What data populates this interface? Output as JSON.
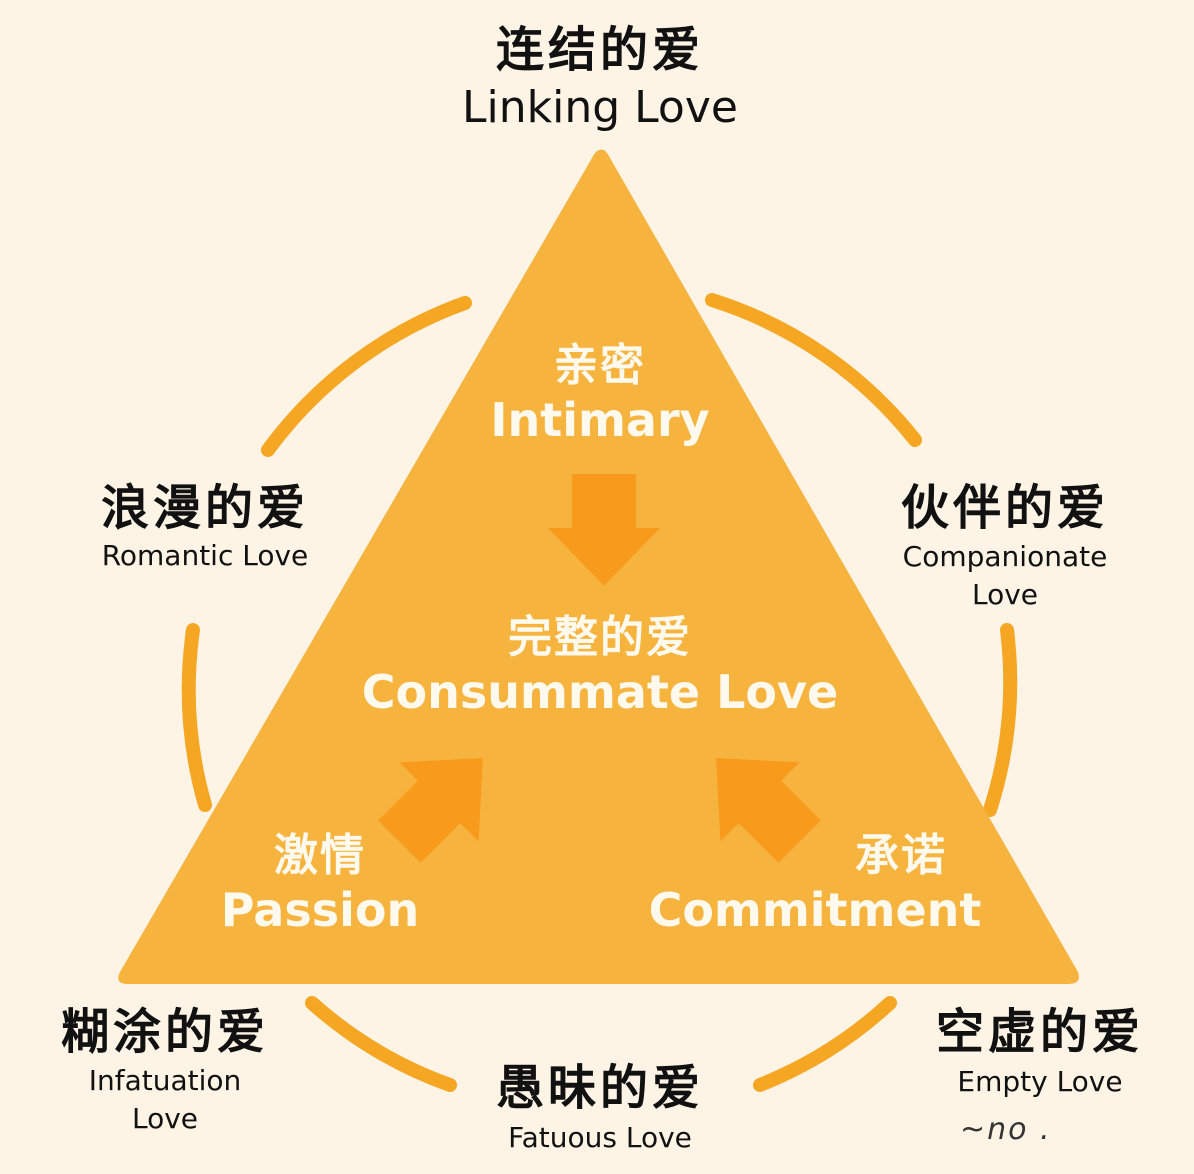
{
  "outer": {
    "linking": {
      "cn": "连结的爱",
      "en": "Linking Love"
    },
    "romantic": {
      "cn": "浪漫的爱",
      "en": "Romantic Love"
    },
    "companionate": {
      "cn": "伙伴的爱",
      "en1": "Companionate",
      "en2": "Love"
    },
    "infatuation": {
      "cn": "糊涂的爱",
      "en1": "Infatuation",
      "en2": "Love"
    },
    "fatuous": {
      "cn": "愚昧的爱",
      "en": "Fatuous Love"
    },
    "empty": {
      "cn": "空虚的爱",
      "en": "Empty Love"
    }
  },
  "inner": {
    "intimacy": {
      "cn": "亲密",
      "en": "Intimary"
    },
    "consummate": {
      "cn": "完整的爱",
      "en": "Consummate Love"
    },
    "passion": {
      "cn": "激情",
      "en": "Passion"
    },
    "commitment": {
      "cn": "承诺",
      "en": "Commitment"
    }
  },
  "signature": "~no .",
  "colors": {
    "background": "#fdf4e6",
    "triangle": "#f6b33d",
    "arrow": "#f89a1c",
    "ring": "#f5a623",
    "inner_text": "#fff9ee"
  }
}
